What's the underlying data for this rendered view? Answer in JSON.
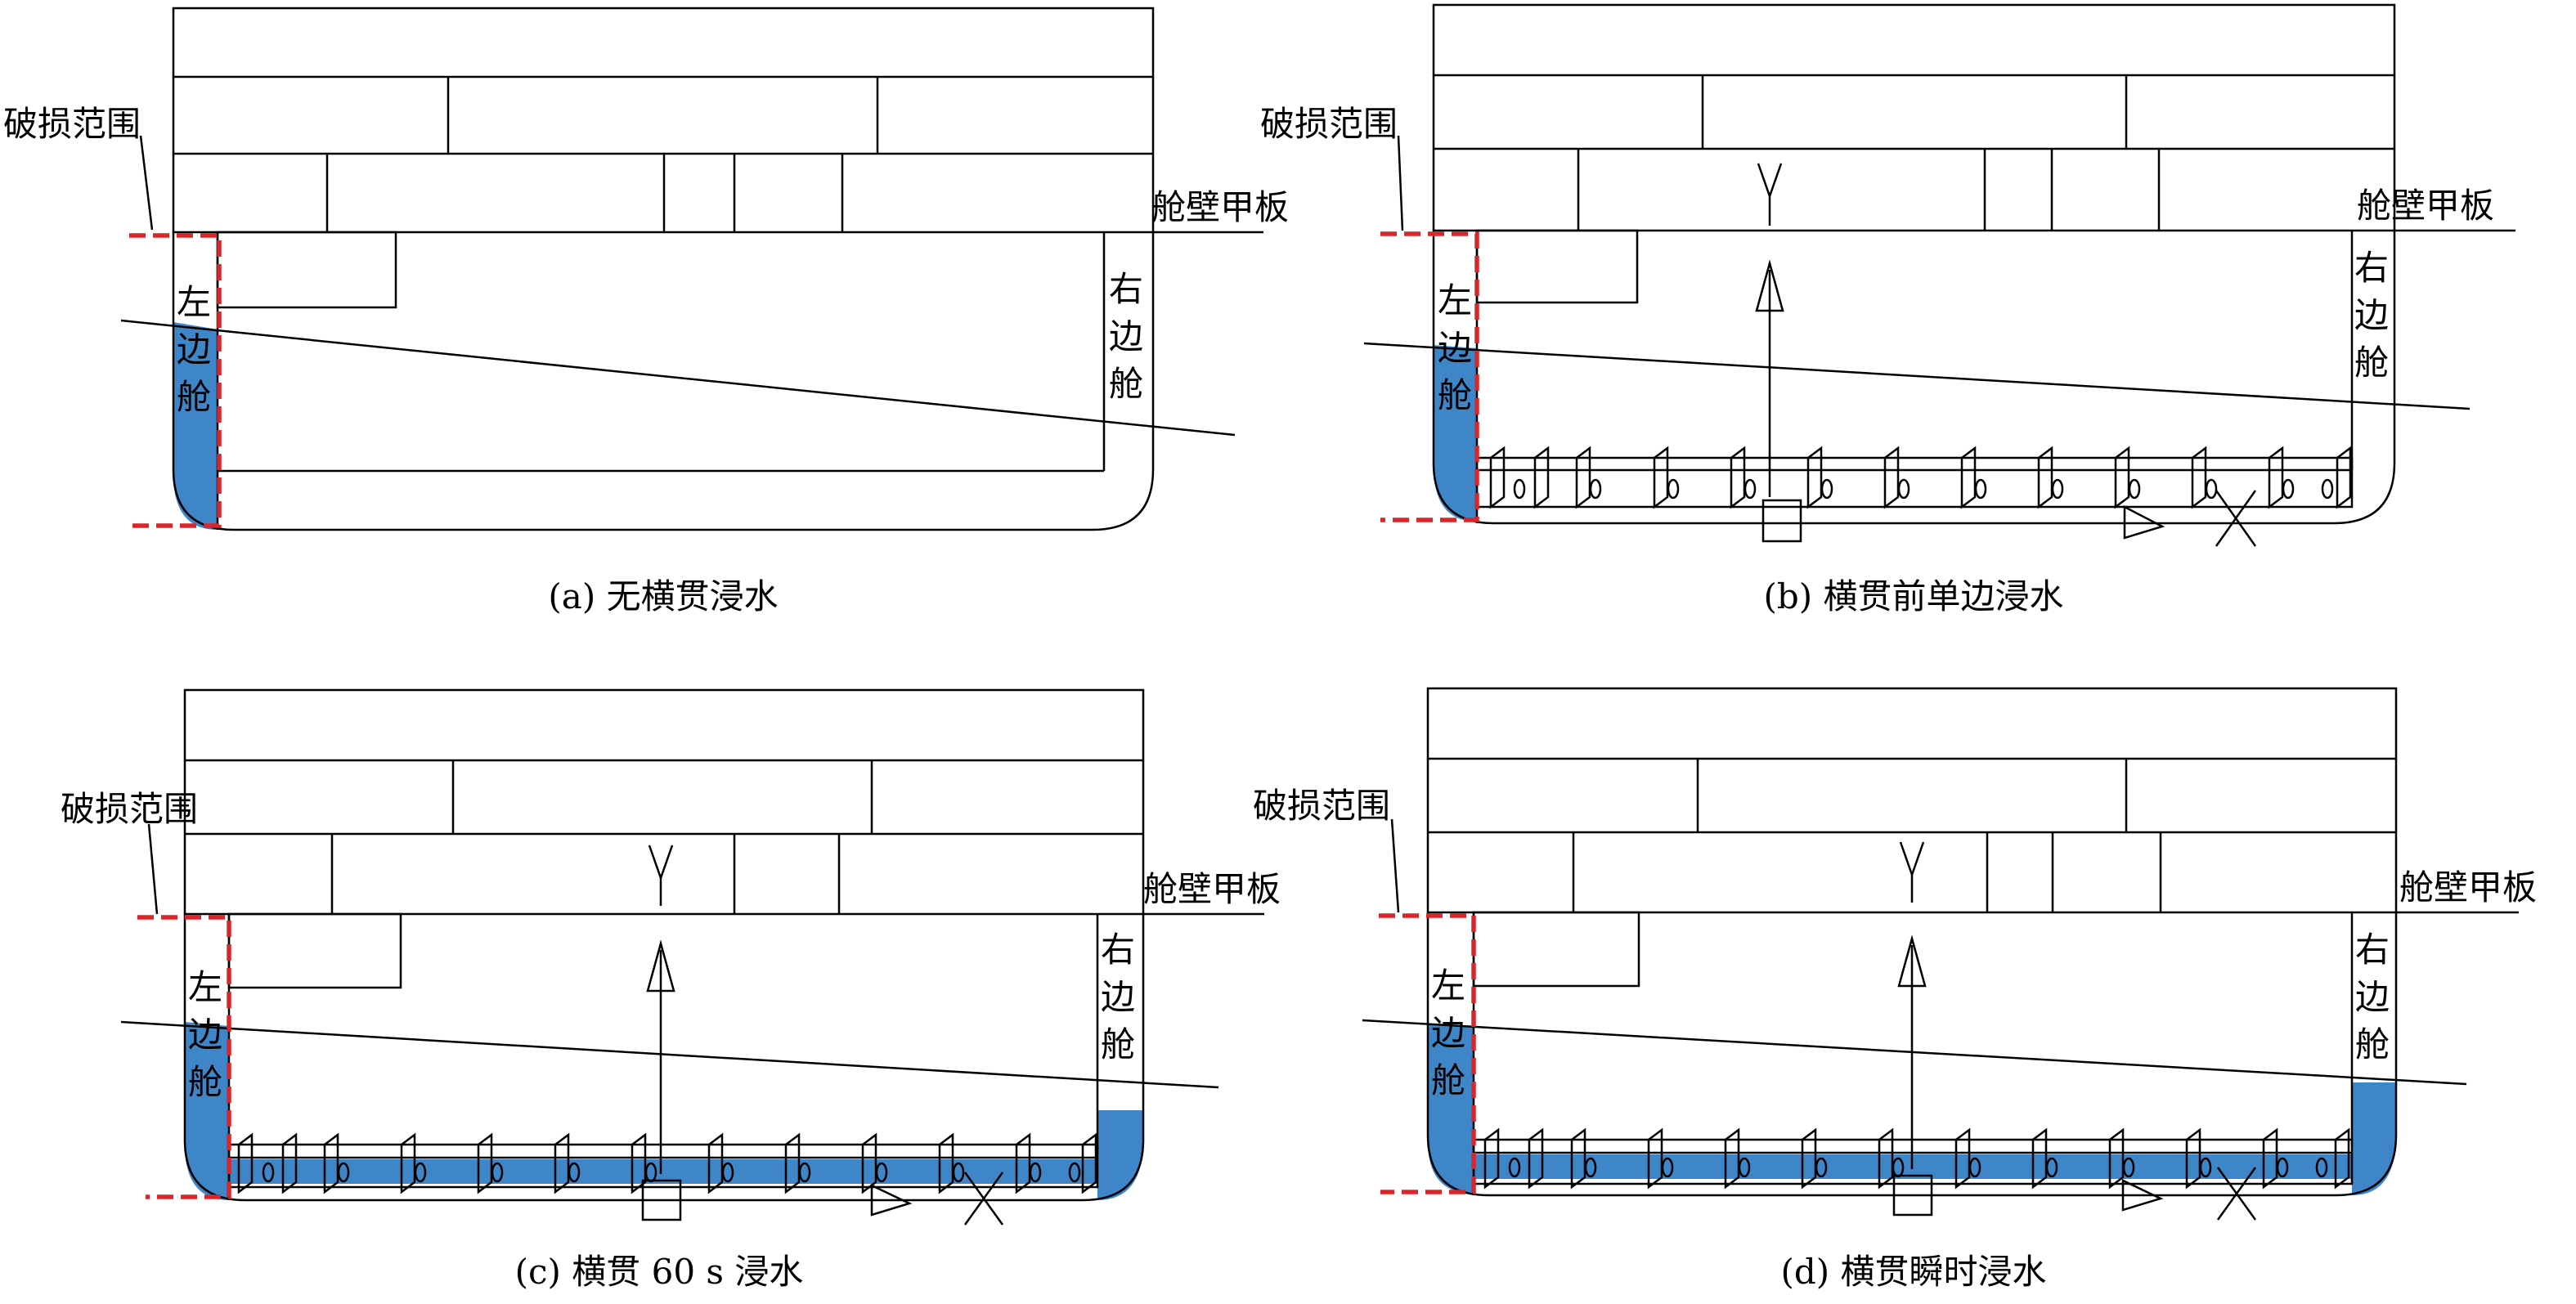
{
  "colors": {
    "flood_water": "#3f86c8",
    "damage_marker": "#d9262b",
    "line": "#000000"
  },
  "labels": {
    "damage_range": "破损范围",
    "bulkhead_deck": "舱壁甲板",
    "left_tank": [
      "左",
      "边",
      "舱"
    ],
    "right_tank": [
      "右",
      "边",
      "舱"
    ]
  },
  "panels": [
    {
      "caption": "(a) 无横贯浸水",
      "crossflow_duct": false,
      "right_tank_label": true,
      "flooding": "left_tank_only"
    },
    {
      "caption": "(b) 横贯前单边浸水",
      "crossflow_duct": true,
      "right_tank_label": true,
      "flooding": "left_tank_only"
    },
    {
      "caption": "(c) 横贯 60 s 浸水",
      "crossflow_duct": true,
      "right_tank_label": true,
      "flooding": "left_tank_duct_partial_right"
    },
    {
      "caption": "(d) 横贯瞬时浸水",
      "crossflow_duct": true,
      "right_tank_label": true,
      "flooding": "left_tank_duct_right_tank"
    }
  ]
}
